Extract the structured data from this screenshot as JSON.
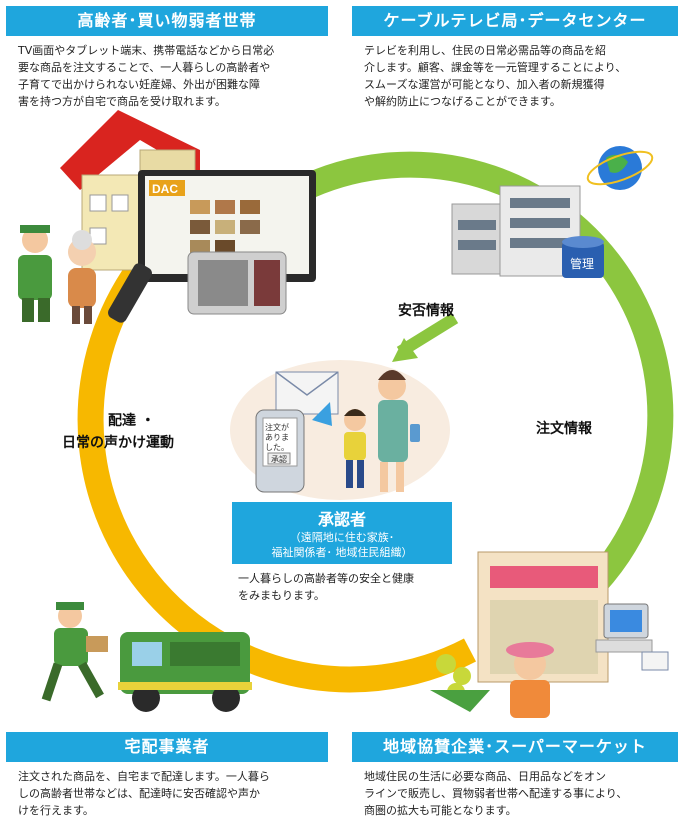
{
  "top_left": {
    "title": "高齢者･買い物弱者世帯",
    "lines": [
      "TV画面やタブレット端末、携帯電話などから日常必",
      "要な商品を注文することで、一人暮らしの高齢者や",
      "子育てで出かけられない妊産婦、外出が困難な障",
      "害を持つ方が自宅で商品を受け取れます。"
    ]
  },
  "top_right": {
    "title": "ケーブルテレビ局･データセンター",
    "lines": [
      "テレビを利用し、住民の日常必需品等の商品を紹",
      "介します。顧客、課金等を一元管理することにより、",
      "スムーズな運営が可能となり、加入者の新規獲得",
      "や解約防止につなげることができます。"
    ]
  },
  "bottom_left": {
    "title": "宅配事業者",
    "lines": [
      "注文された商品を、自宅まで配達します。一人暮ら",
      "しの高齢者世帯などは、配達時に安否確認や声か",
      "けを行えます。"
    ]
  },
  "bottom_right": {
    "title": "地域協賛企業･スーパーマーケット",
    "lines": [
      "地域住民の生活に必要な商品、日用品などをオン",
      "ラインで販売し、買物弱者世帯へ配達する事により、",
      "商圏の拡大も可能となります。"
    ]
  },
  "center": {
    "title": "承認者",
    "sub1": "（遠隔地に住む家族･",
    "sub2": "福祉関係者･ 地域住民組織）",
    "lines": [
      "一人暮らしの高齢者等の安全と健康",
      "をみまもります。"
    ]
  },
  "flows": {
    "safety": "安否情報",
    "order": "注文情報",
    "delivery1": "配達 ・",
    "delivery2": "日常の声かけ運動"
  },
  "art": {
    "tv_logo": "DAC",
    "server_label": "管理",
    "phone_line1": "注文が",
    "phone_line2": "ありま",
    "phone_line3": "した。",
    "phone_button": "承認"
  },
  "colors": {
    "banner": "#1fa6dd",
    "ring_green": "#8cc63f",
    "ring_yellow": "#f7b800"
  }
}
